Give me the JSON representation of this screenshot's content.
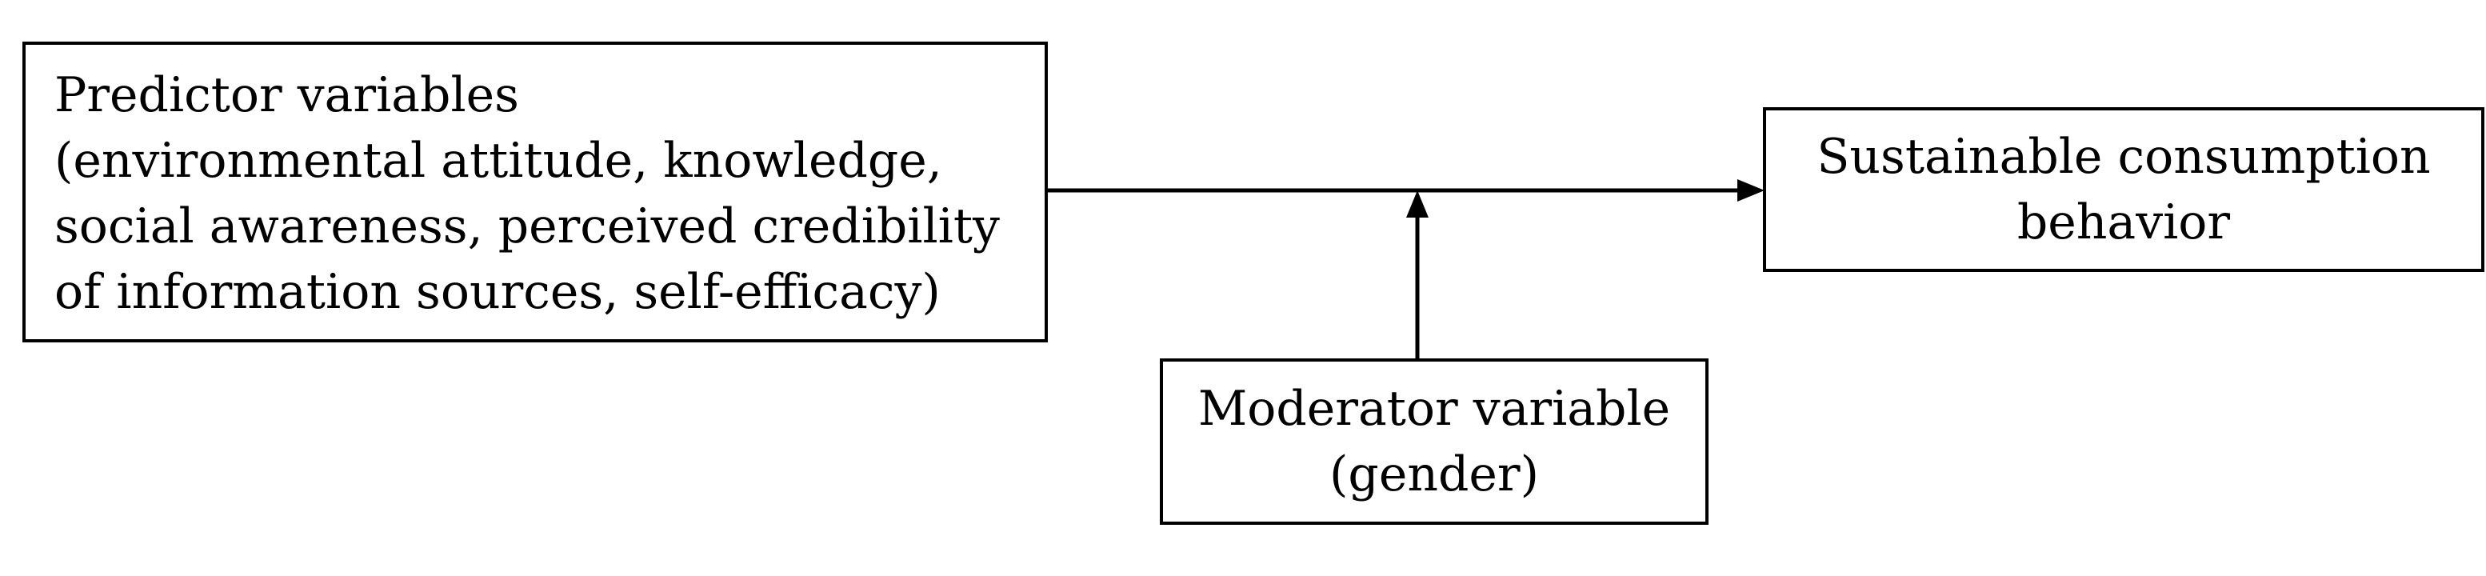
{
  "diagram": {
    "predictor": {
      "lines": [
        "Predictor variables",
        "(environmental attitude, knowledge,",
        "social awareness, perceived credibility",
        "of information sources, self-efficacy)"
      ]
    },
    "outcome": {
      "lines": [
        "Sustainable consumption",
        "behavior"
      ]
    },
    "moderator": {
      "lines": [
        "Moderator variable",
        "(gender)"
      ]
    },
    "stroke_color": "#000000"
  }
}
